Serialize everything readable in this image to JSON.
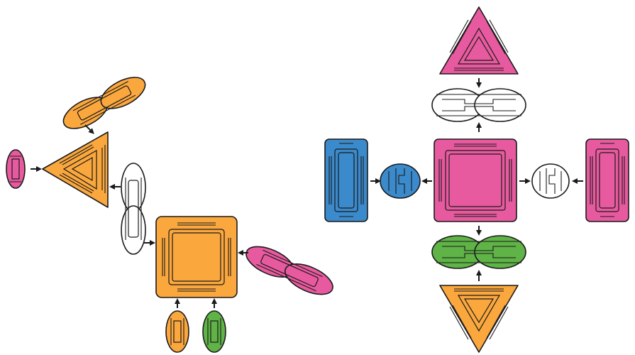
{
  "colors": {
    "orange": "#FAA73E",
    "pink": "#E85A9F",
    "green": "#5FB347",
    "blue": "#3B8ACB",
    "white": "#FFFFFF",
    "outline": "#1A1A1A"
  },
  "left_assembly": {
    "pieces": [
      {
        "kind": "square-tile",
        "color": "orange"
      },
      {
        "kind": "triangle-tile",
        "color": "orange"
      },
      {
        "kind": "double-connector",
        "color": "orange"
      },
      {
        "kind": "double-connector",
        "color": "white"
      },
      {
        "kind": "double-connector",
        "color": "pink"
      },
      {
        "kind": "single-connector",
        "color": "pink"
      },
      {
        "kind": "single-connector",
        "color": "orange"
      },
      {
        "kind": "single-connector",
        "color": "green"
      }
    ]
  },
  "right_assembly": {
    "pieces": [
      {
        "kind": "square-tile",
        "color": "pink"
      },
      {
        "kind": "triangle-tile",
        "color": "pink"
      },
      {
        "kind": "triangle-tile",
        "color": "orange"
      },
      {
        "kind": "rectangle-tile",
        "color": "blue"
      },
      {
        "kind": "rectangle-tile",
        "color": "pink"
      },
      {
        "kind": "double-connector",
        "color": "white"
      },
      {
        "kind": "double-connector",
        "color": "green"
      },
      {
        "kind": "single-connector",
        "color": "blue"
      },
      {
        "kind": "single-connector",
        "color": "white"
      }
    ]
  }
}
